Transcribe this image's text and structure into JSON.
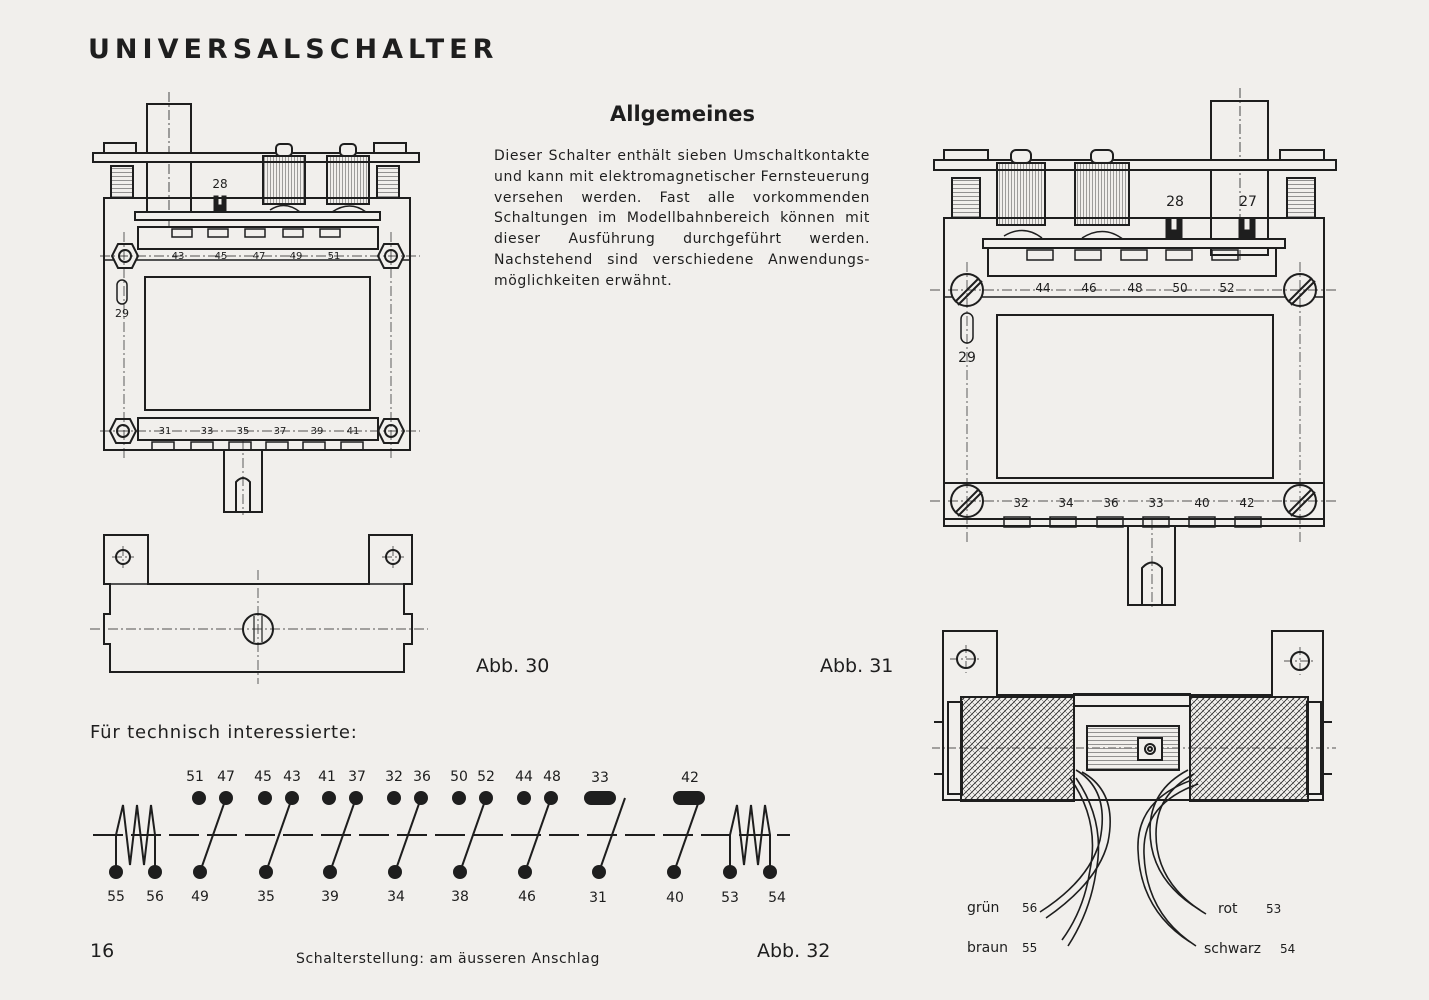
{
  "title": "UNIVERSALSCHALTER",
  "heading": "Allgemeines",
  "body_lines": [
    "Dieser Schalter enthält sieben Umschaltkontakte",
    "und kann mit elektromagnetischer Fernsteuerung",
    "versehen werden. Fast alle vorkommenden",
    "Schaltungen im Modellbahnbereich können mit",
    "dieser Ausführung durchgeführt werden.",
    "Nachstehend sind verschiedene Anwendungs-",
    "möglichkeiten erwähnt."
  ],
  "tech_heading": "Für technisch interessierte:",
  "captions": {
    "fig30": "Abb. 30",
    "fig31": "Abb. 31",
    "fig32": "Abb. 32"
  },
  "page_number": "16",
  "footer": "Schalterstellung: am äusseren Anschlag",
  "fig30": {
    "top_terminal": "28",
    "top_row": [
      "43",
      "45",
      "47",
      "49",
      "51"
    ],
    "side_label": "29",
    "bottom_row": [
      "31",
      "33",
      "35",
      "37",
      "39",
      "41"
    ]
  },
  "fig31": {
    "top_terminals": [
      "28",
      "27"
    ],
    "top_row": [
      "44",
      "46",
      "48",
      "50",
      "52"
    ],
    "side_label": "29",
    "bottom_row": [
      "32",
      "34",
      "36",
      "33",
      "40",
      "42"
    ]
  },
  "fig31_coil": {
    "left_wires": [
      {
        "color": "grün",
        "number": "56"
      },
      {
        "color": "braun",
        "number": "55"
      }
    ],
    "right_wires": [
      {
        "color": "rot",
        "number": "53"
      },
      {
        "color": "schwarz",
        "number": "54"
      }
    ]
  },
  "fig32": {
    "top_labels": [
      "51",
      "47",
      "45",
      "43",
      "41",
      "37",
      "32",
      "36",
      "50",
      "52",
      "44",
      "48",
      "33",
      "42"
    ],
    "bottom_labels": [
      "55",
      "56",
      "49",
      "35",
      "39",
      "34",
      "38",
      "46",
      "31",
      "40",
      "53",
      "54"
    ]
  }
}
